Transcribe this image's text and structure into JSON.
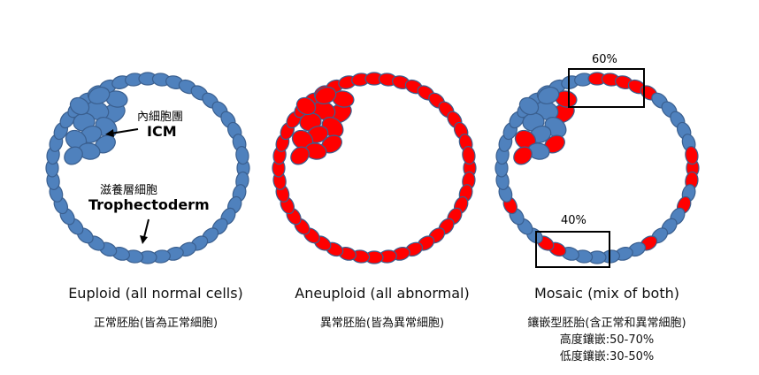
{
  "labels": {
    "icm_cn": "內細胞團",
    "icm_en": "ICM",
    "te_cn": "滋養層細胞",
    "te_en": "Trophectoderm"
  },
  "panels": [
    {
      "title": "Euploid (all normal cells)",
      "sub": [
        "正常胚胎(皆為正常細胞)"
      ]
    },
    {
      "title": "Aneuploid (all abnormal)",
      "sub": [
        "異常胚胎(皆為異常細胞)"
      ]
    },
    {
      "title": "Mosaic (mix of both)",
      "sub": [
        "鑲嵌型胚胎(含正常和異常細胞)",
        "高度鑲嵌:50-70%",
        "低度鑲嵌:30-50%"
      ]
    }
  ],
  "boxes": {
    "top_label": "60%",
    "bottom_label": "40%"
  },
  "colors": {
    "normal": "#4F81BD",
    "abnormal": "#FF0000",
    "outline": "#3A5F8F",
    "text": "#000000"
  }
}
